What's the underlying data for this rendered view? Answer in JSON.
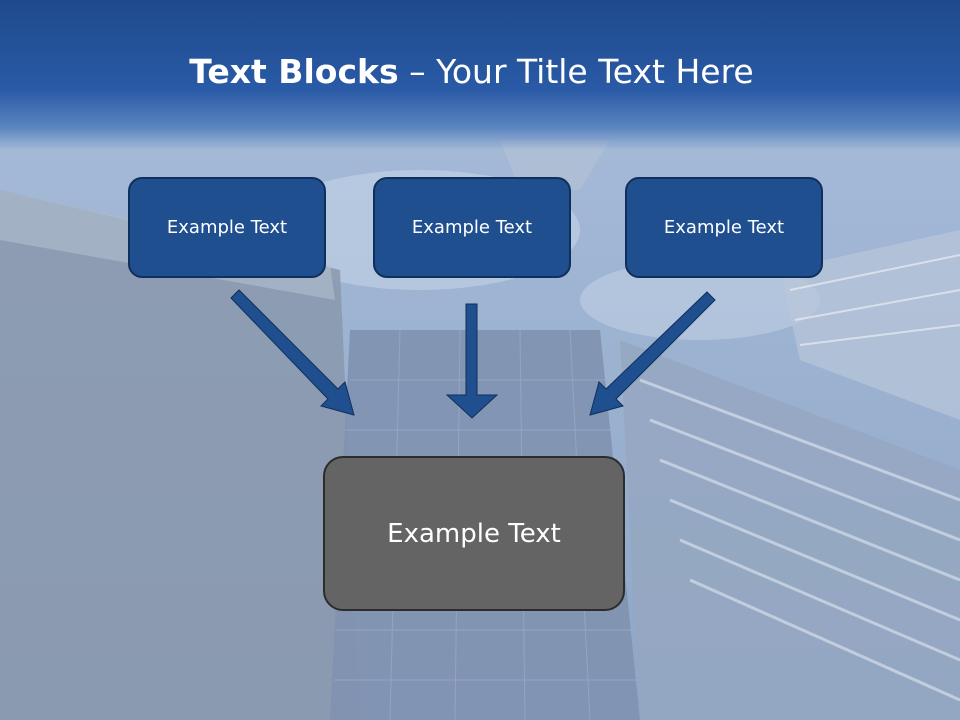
{
  "slide": {
    "title_bold": "Text Blocks",
    "title_dash": " – ",
    "title_rest": "Your Title Text Here"
  },
  "blocks": [
    {
      "label": "Example Text"
    },
    {
      "label": "Example Text"
    },
    {
      "label": "Example Text"
    }
  ],
  "main_block": {
    "label": "Example Text"
  },
  "colors": {
    "header": "#1e4a8c",
    "block_fill": "#1f4f8f",
    "arrow": "#1f4f8f",
    "main_fill": "#646464"
  }
}
